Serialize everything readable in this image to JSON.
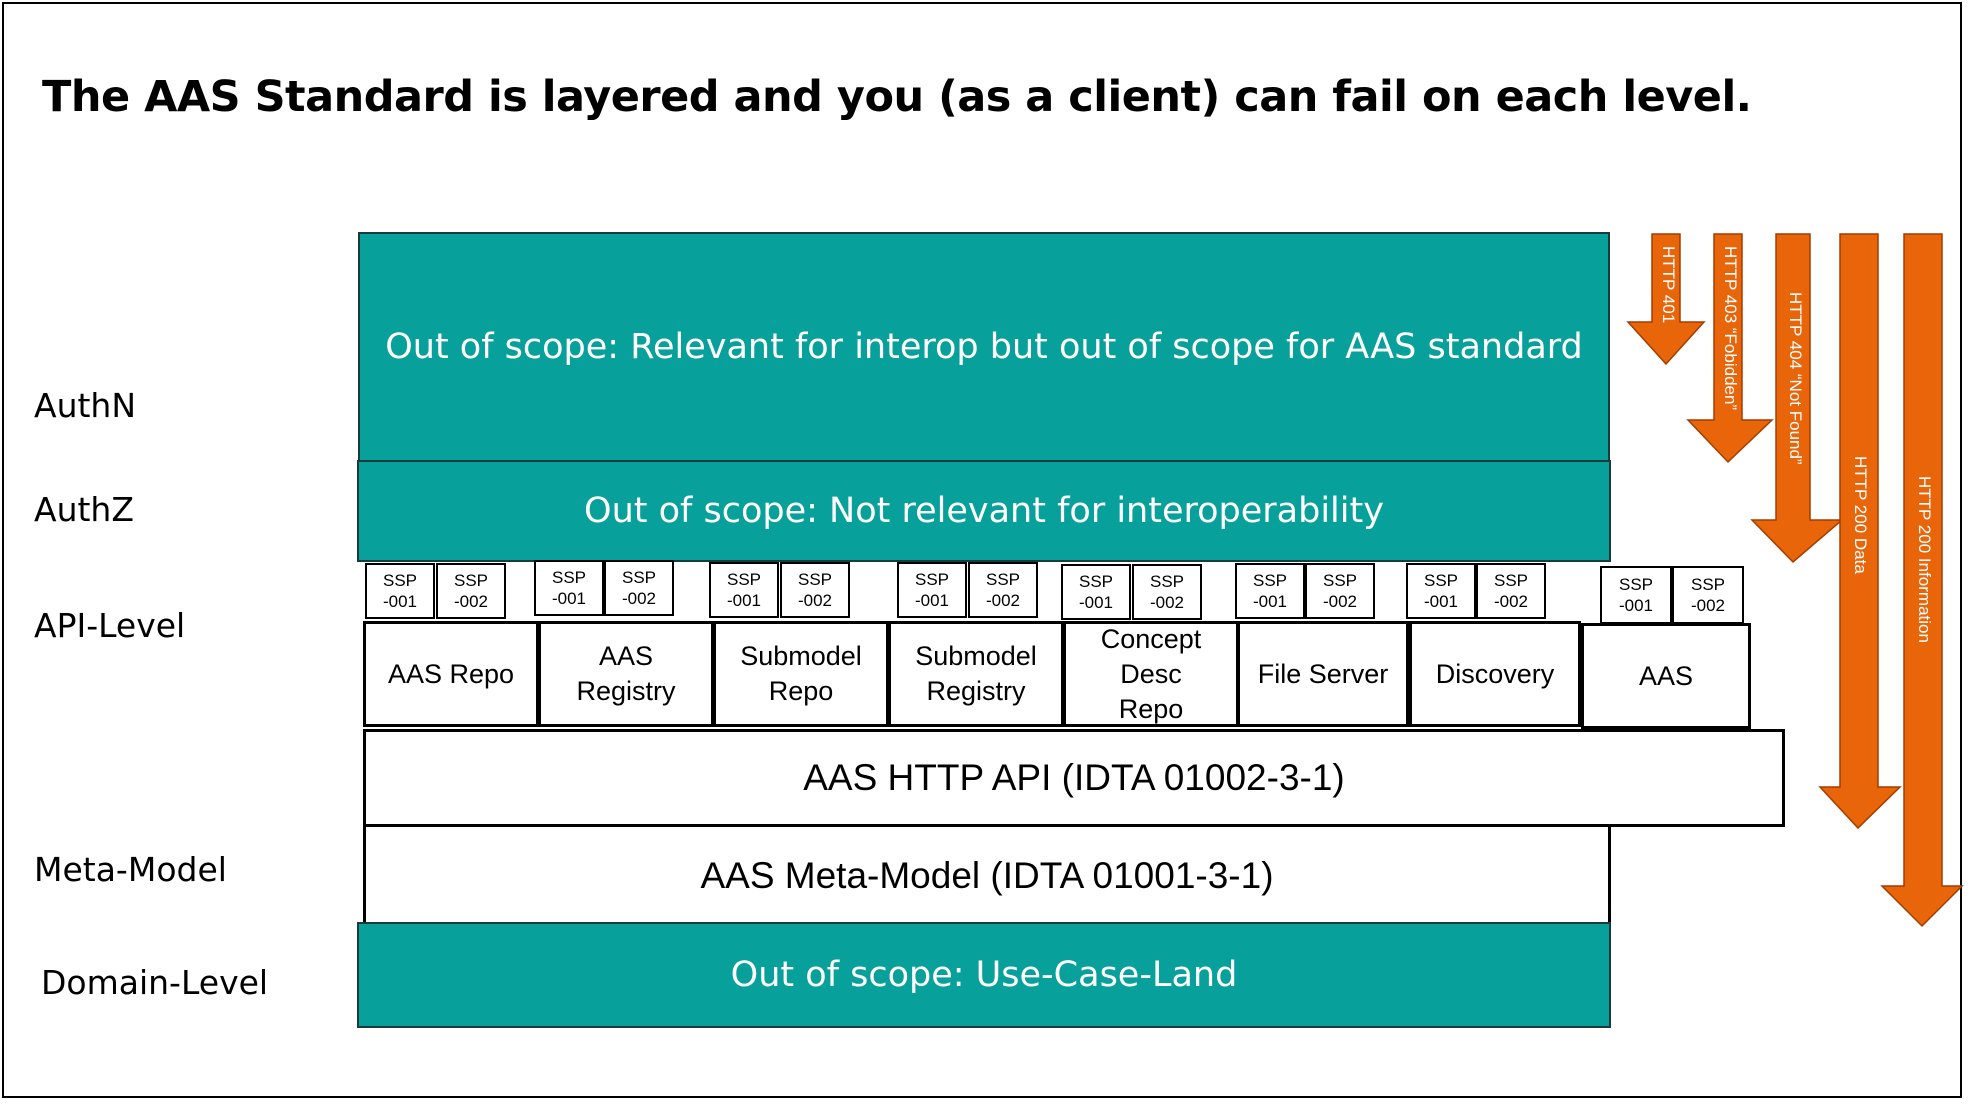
{
  "title": "The AAS Standard is layered and you (as a client) can fail on each level.",
  "levels": {
    "authn": "AuthN",
    "authz": "AuthZ",
    "api": "API-Level",
    "meta": "Meta-Model",
    "domain": "Domain-Level"
  },
  "layers": {
    "authn_box": "Out of scope: Relevant for interop but out of scope for AAS standard",
    "authz_box": "Out of scope: Not relevant for interoperability",
    "http_api": "AAS HTTP API (IDTA 01002-3-1)",
    "meta_model": "AAS Meta-Model (IDTA 01001-3-1)",
    "domain_box": "Out of scope: Use-Case-Land"
  },
  "services": [
    {
      "label": "AAS Repo",
      "ssp": [
        "SSP\n-001",
        "SSP\n-002"
      ]
    },
    {
      "label": "AAS\nRegistry",
      "ssp": [
        "SSP\n-001",
        "SSP\n-002"
      ]
    },
    {
      "label": "Submodel\nRepo",
      "ssp": [
        "SSP\n-001",
        "SSP\n-002"
      ]
    },
    {
      "label": "Submodel\nRegistry",
      "ssp": [
        "SSP\n-001",
        "SSP\n-002"
      ]
    },
    {
      "label": "Concept\nDesc\nRepo",
      "ssp": [
        "SSP\n-001",
        "SSP\n-002"
      ]
    },
    {
      "label": "File Server",
      "ssp": [
        "SSP\n-001",
        "SSP\n-002"
      ]
    },
    {
      "label": "Discovery",
      "ssp": [
        "SSP\n-001",
        "SSP\n-002"
      ]
    },
    {
      "label": "AAS",
      "ssp": [
        "SSP\n-001",
        "SSP\n-002"
      ]
    }
  ],
  "arrows": [
    {
      "label": "HTTP 401",
      "color": "#e8650a"
    },
    {
      "label": "HTTP 403 “Fobidden”",
      "color": "#e8650a"
    },
    {
      "label": "HTTP 404 “Not Found”",
      "color": "#e8650a"
    },
    {
      "label": "HTTP 200 Data",
      "color": "#e8650a"
    },
    {
      "label": "HTTP 200 Information",
      "color": "#e8650a"
    }
  ],
  "colors": {
    "teal": "#08a09a",
    "orange": "#e8650a"
  }
}
